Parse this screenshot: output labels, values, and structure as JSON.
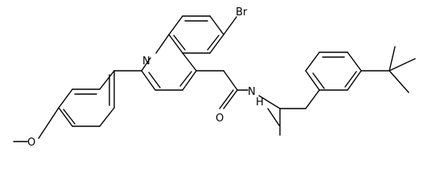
{
  "molecule": {
    "atoms": {
      "bromine": "Br",
      "ring_nitrogen": "N",
      "amide_nitrogen": "N",
      "amide_hydrogen": "H",
      "amide_oxygen": "O",
      "ether_oxygen": "O"
    },
    "colors": {
      "bond": "#000000",
      "label": "#000000",
      "background": "#ffffff"
    }
  }
}
